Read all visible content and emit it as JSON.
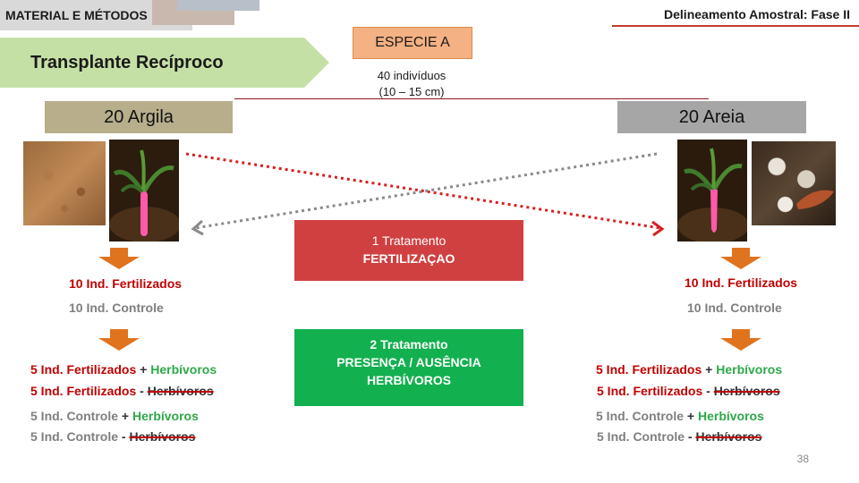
{
  "header": {
    "section": "MATERIAL E MÉTODOS",
    "title": "Delineamento Amostral: Fase II"
  },
  "banner": {
    "label": "Transplante Recíproco"
  },
  "species": {
    "label": "ESPECIE A",
    "count": "40 indivíduos",
    "size": "(10 – 15 cm)"
  },
  "groups": {
    "left": "20 Argila",
    "right": "20 Areia"
  },
  "treatments": {
    "t1": {
      "line1": "1 Tratamento",
      "line2": "FERTILIZAÇAO"
    },
    "t2": {
      "line1": "2 Tratamento",
      "line2": "PRESENÇA / AUSÊNCIA",
      "line3": "HERBÍVOROS"
    }
  },
  "split": {
    "fert": "10 Ind. Fertilizados",
    "ctrl": "10 Ind. Controle"
  },
  "subgroups": {
    "fert_plus": "5 Ind. Fertilizados",
    "fert_minus": "5 Ind. Fertilizados",
    "ctrl_plus": "5 Ind. Controle",
    "ctrl_minus": "5 Ind. Controle",
    "plus": "+",
    "minus": "-",
    "herb": "Herbívoros"
  },
  "page_number": "38",
  "colors": {
    "red_arrow": "#d62020",
    "gray_arrow": "#8a8a8a",
    "orange_arrow": "#e0731e"
  }
}
